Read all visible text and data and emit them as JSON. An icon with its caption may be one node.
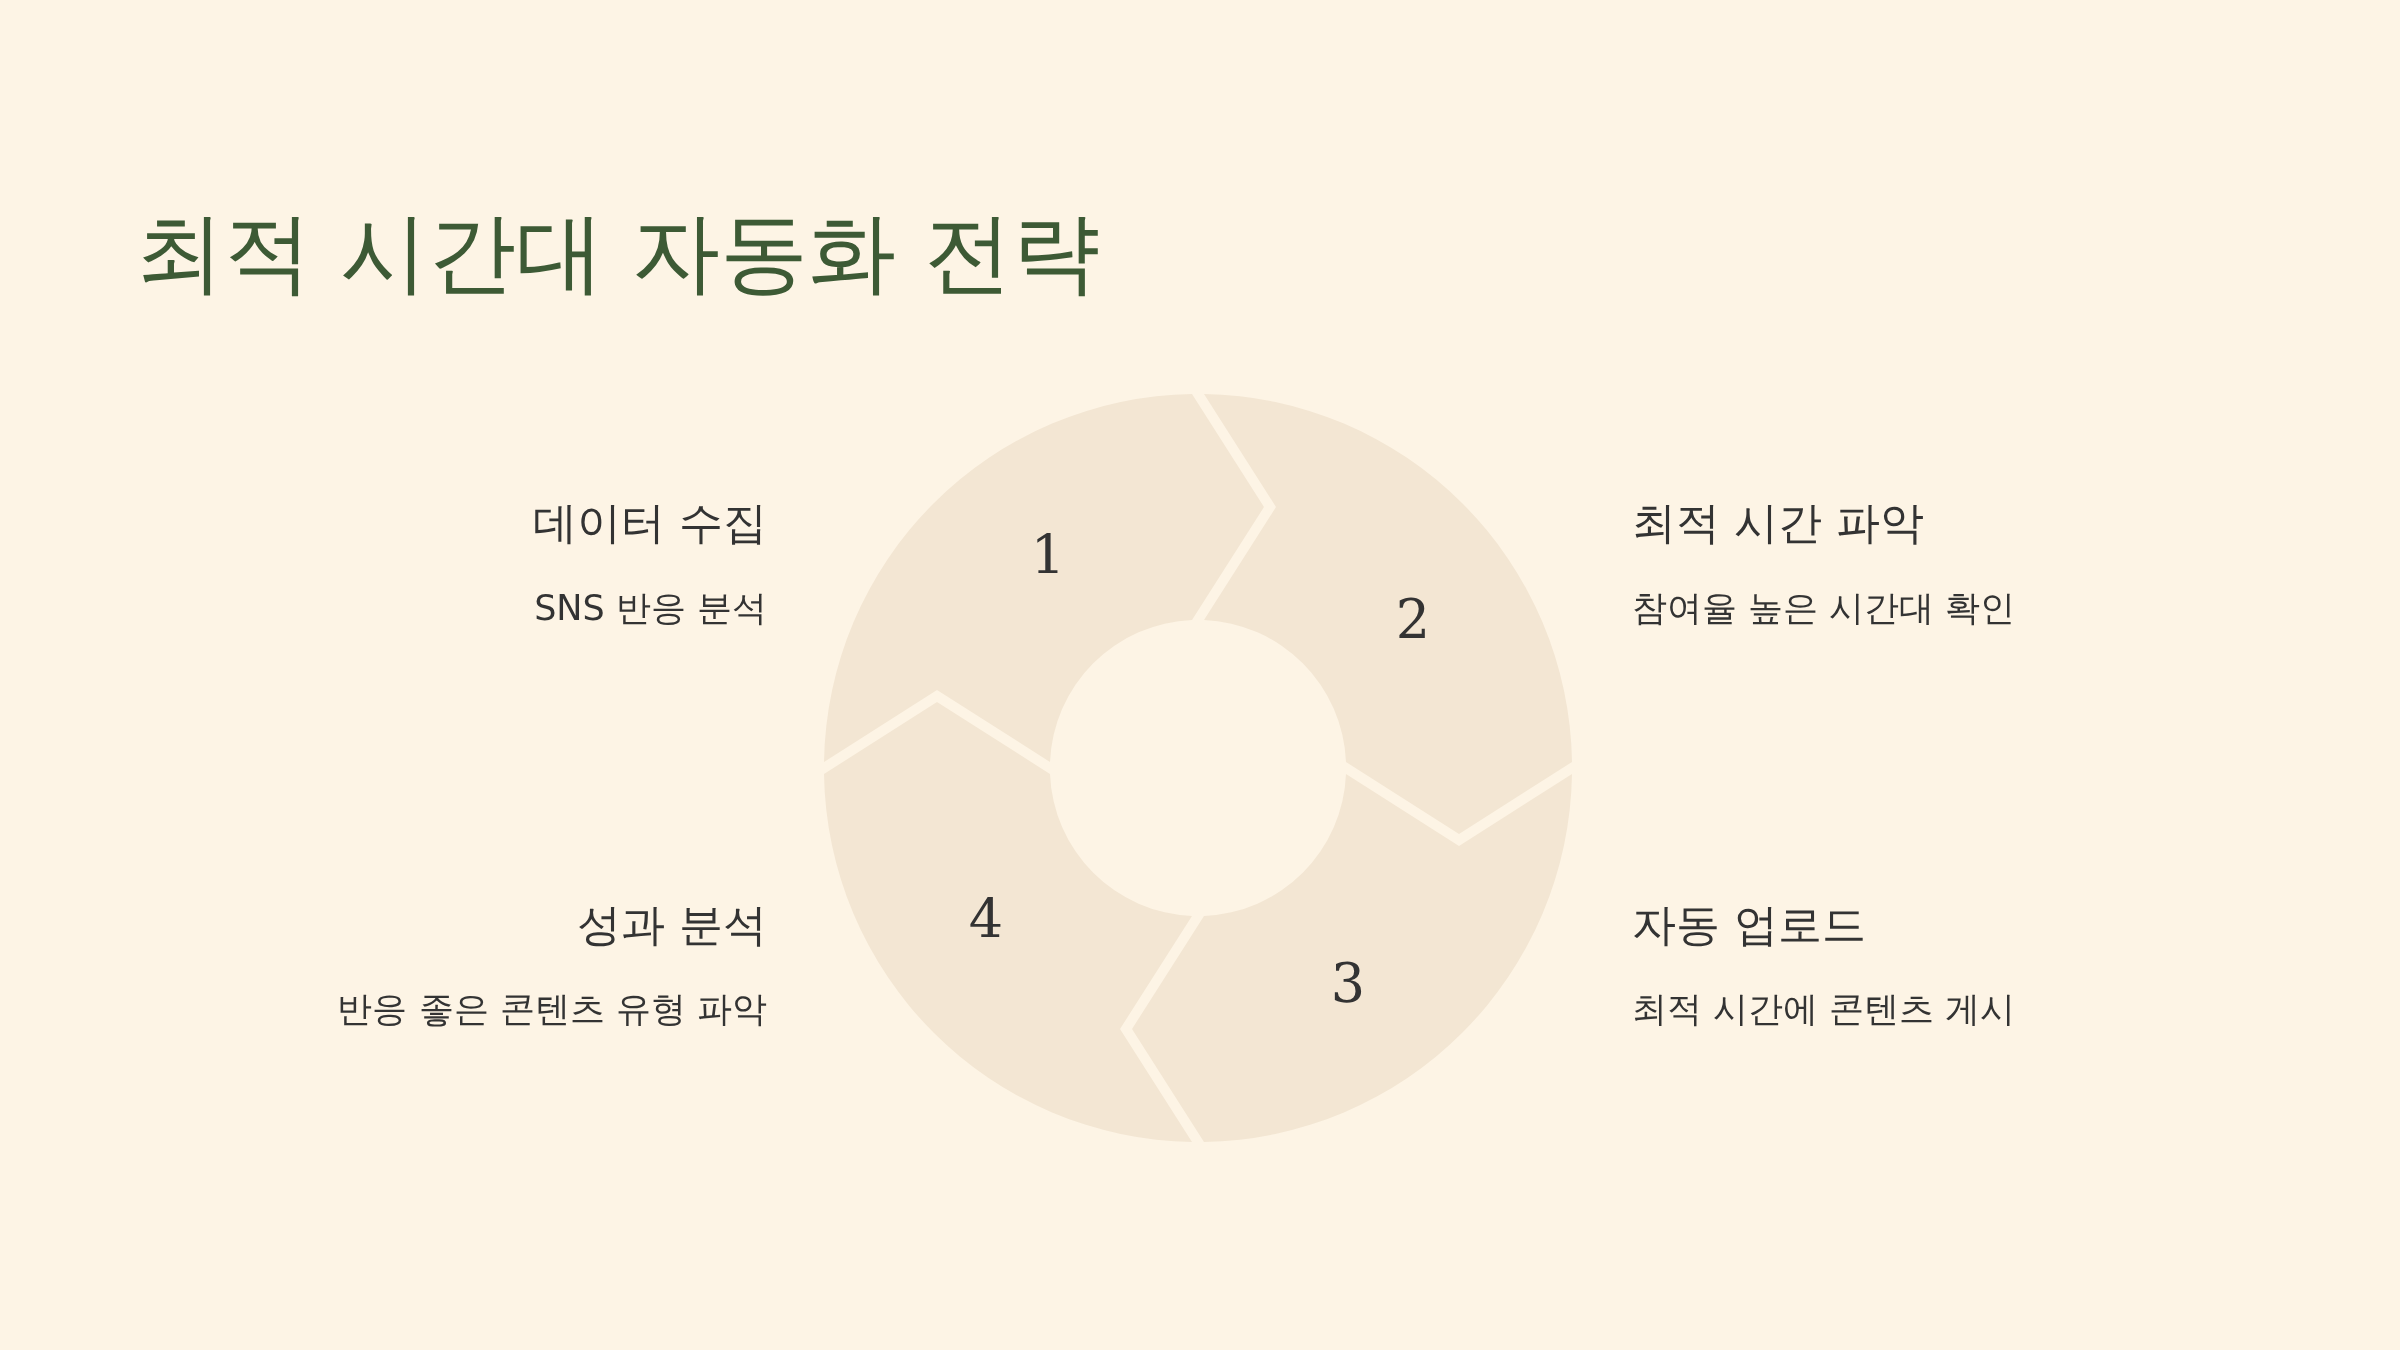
{
  "diagram": {
    "title": "최적 시간대 자동화 전략",
    "nodes": [
      {
        "text": [
          "1"
        ],
        "beside": [
          "데이터 수집",
          "SNS 반응 분석"
        ]
      },
      {
        "text": [
          "2"
        ],
        "beside": [
          "최적 시간 파악",
          "참여율 높은 시간대 확인"
        ]
      },
      {
        "text": [
          "3"
        ],
        "beside": [
          "자동 업로드",
          "최적 시간에 콘텐츠 게시"
        ]
      },
      {
        "text": [
          "4"
        ],
        "beside": [
          "성과 분석",
          "반응 좋은 콘텐츠 유형 파악"
        ]
      }
    ]
  }
}
